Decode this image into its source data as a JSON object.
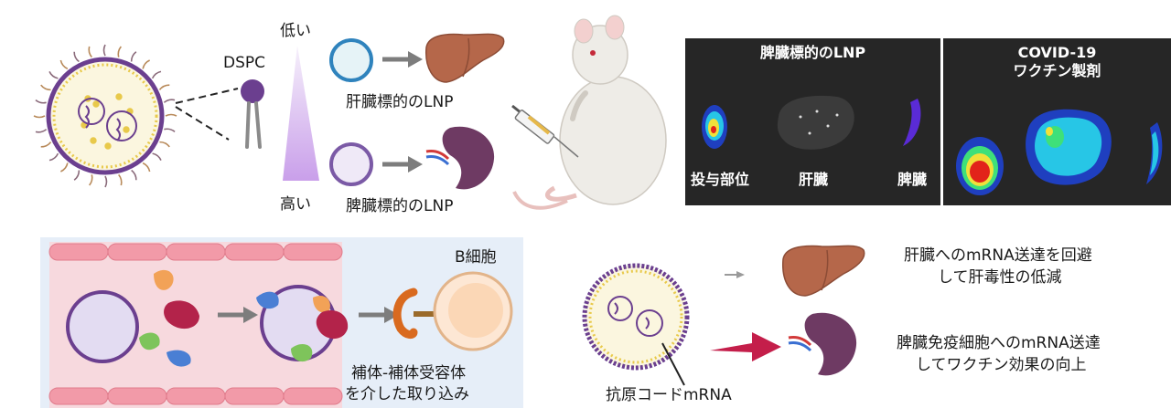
{
  "top_left": {
    "dspc_label": "DSPC",
    "gradient_low": "低い",
    "gradient_high": "高い",
    "liver_lnp_label": "肝臓標的のLNP",
    "spleen_lnp_label": "脾臓標的のLNP"
  },
  "imaging": {
    "panel1_title": "脾臓標的のLNP",
    "panel1_labels": [
      "投与部位",
      "肝臓",
      "脾臓"
    ],
    "panel2_title_line1": "COVID-19",
    "panel2_title_line2": "ワクチン製剤"
  },
  "uptake": {
    "b_cell_label": "B細胞",
    "caption_line1": "補体-補体受容体",
    "caption_line2": "を介した取り込み"
  },
  "bottom_right": {
    "mrna_label": "抗原コードmRNA",
    "note1_line1": "肝臓へのmRNA送達を回避",
    "note1_line2": "して肝毒性の低減",
    "note2_line1": "脾臓免疫細胞へのmRNA送達",
    "note2_line2": "してワクチン効果の向上"
  },
  "colors": {
    "lnp_purple": "#6b3f8f",
    "liver": "#b5674a",
    "spleen": "#6e3a63",
    "arrow_gray": "#7d7d7d",
    "arrow_red": "#c41e4a",
    "panel_bg": "#262626",
    "vessel_bg": "#f7d9de",
    "blue_panel": "#e6eef8"
  }
}
